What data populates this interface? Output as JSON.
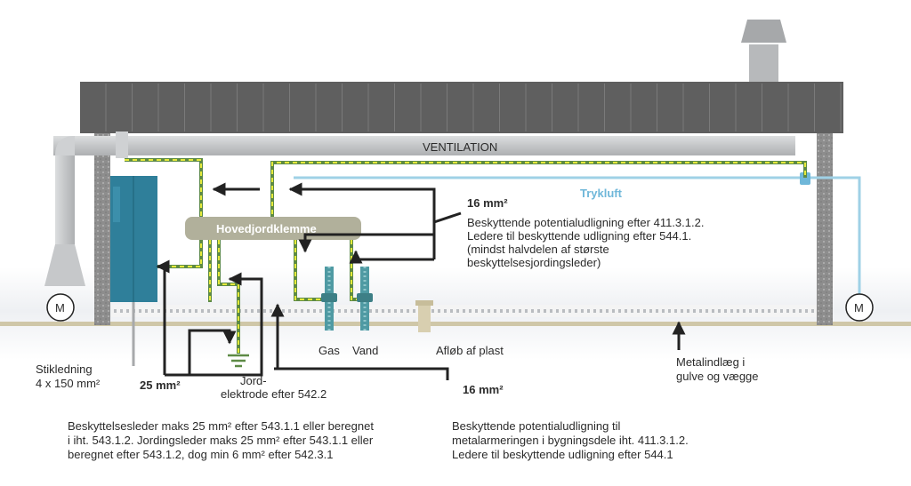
{
  "labels": {
    "ventilation": "VENTILATION",
    "trykluft": "Trykluft",
    "hovedjordklemme": "Hovedjordklemme",
    "motor": "M",
    "gas": "Gas",
    "vand": "Vand",
    "afloeb": "Afløb af plast",
    "metalindlaeg": [
      "Metalindlæg i",
      "gulve og vægge"
    ],
    "stikledning": [
      "Stikledning",
      "4 x 150 mm²"
    ],
    "size_25": "25 mm²",
    "size_16_bottom": "16 mm²",
    "size_16_top": "16 mm²",
    "jordelektrode": [
      "Jord-",
      "elektrode efter 542.2"
    ]
  },
  "notes": {
    "top_right": [
      "Beskyttende potentialudligning efter 411.3.1.2.",
      "Ledere til beskyttende udligning efter 544.1.",
      "(mindst halvdelen af største",
      "beskyttelsesjordingsleder)"
    ],
    "bottom_left": [
      "Beskyttelsesleder maks 25 mm² efter 543.1.1 eller beregnet",
      "i iht. 543.1.2. Jordingsleder maks 25 mm² efter 543.1.1 eller",
      "beregnet efter 543.1.2, dog min 6 mm² efter 542.3.1"
    ],
    "bottom_right": [
      "Beskyttende potentialudligning til",
      "metalarmeringen i bygningsdele iht. 411.3.1.2.",
      "Ledere til beskyttende udligning efter 544.1"
    ]
  },
  "colors": {
    "roof": "#5f5f5f",
    "duct": "#c9cbcd",
    "wall": "#9a9a9a",
    "cabinet": "#2f7f9a",
    "terminal": "#b1b09b",
    "pipe_teal": "#4f9aa3",
    "air_line": "#9fd1e6",
    "conductor_yellow": "#e6ea3c",
    "conductor_green": "#5d8a45",
    "arrow": "#222222",
    "ground": "#cfc7a8"
  }
}
